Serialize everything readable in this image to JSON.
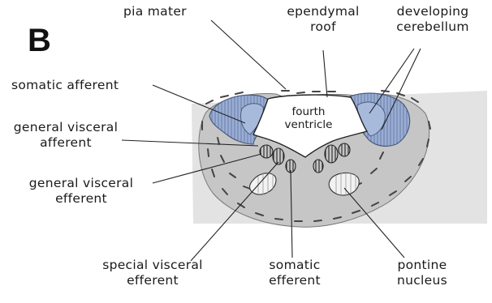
{
  "panel_letter": "B",
  "labels": {
    "pia_mater": "pia mater",
    "ependymal_roof": [
      "ependymal",
      "roof"
    ],
    "developing_cerebellum": [
      "developing",
      "cerebellum"
    ],
    "somatic_afferent": "somatic afferent",
    "general_visceral_afferent": [
      "general visceral",
      "afferent"
    ],
    "general_visceral_efferent": [
      "general visceral",
      "efferent"
    ],
    "special_visceral_efferent": [
      "special visceral",
      "efferent"
    ],
    "somatic_efferent": [
      "somatic",
      "efferent"
    ],
    "pontine_nucleus": [
      "pontine",
      "nucleus"
    ],
    "fourth_ventricle": [
      "fourth",
      "ventricle"
    ]
  },
  "colors": {
    "background_slab": "#e2e2e2",
    "tissue": "#c4c4c4",
    "afferent_blue": "#9aaed4",
    "line": "#222222"
  }
}
